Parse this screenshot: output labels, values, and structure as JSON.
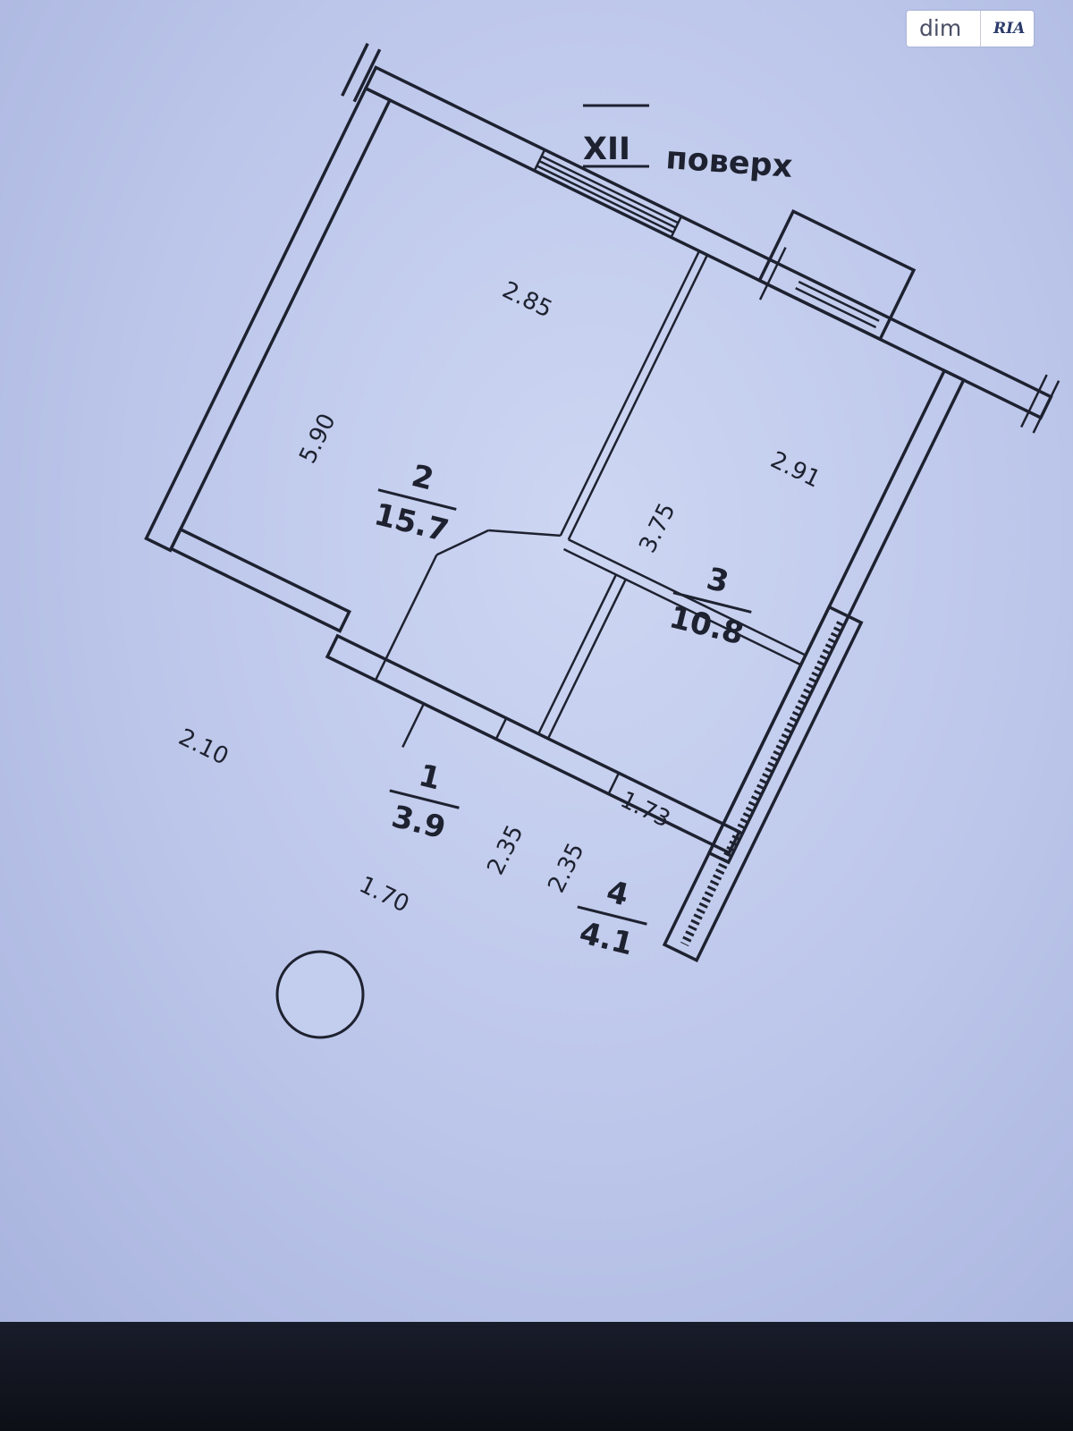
{
  "watermark": {
    "left": "dim",
    "right": "RIA"
  },
  "floor_title": {
    "numeral": "XII",
    "word": "поверх"
  },
  "rooms": [
    {
      "number": "1",
      "area": "3.9"
    },
    {
      "number": "2",
      "area": "15.7"
    },
    {
      "number": "3",
      "area": "10.8"
    },
    {
      "number": "4",
      "area": "4.1"
    }
  ],
  "dimensions": {
    "top_left": "2.85",
    "top_right": "2.91",
    "left_wall": "5.90",
    "room3_left": "3.75",
    "bottom_left": "2.10",
    "bottom_entry": "1.70",
    "room1_right": "2.35",
    "room4_left": "2.35",
    "room4_top": "1.73"
  }
}
